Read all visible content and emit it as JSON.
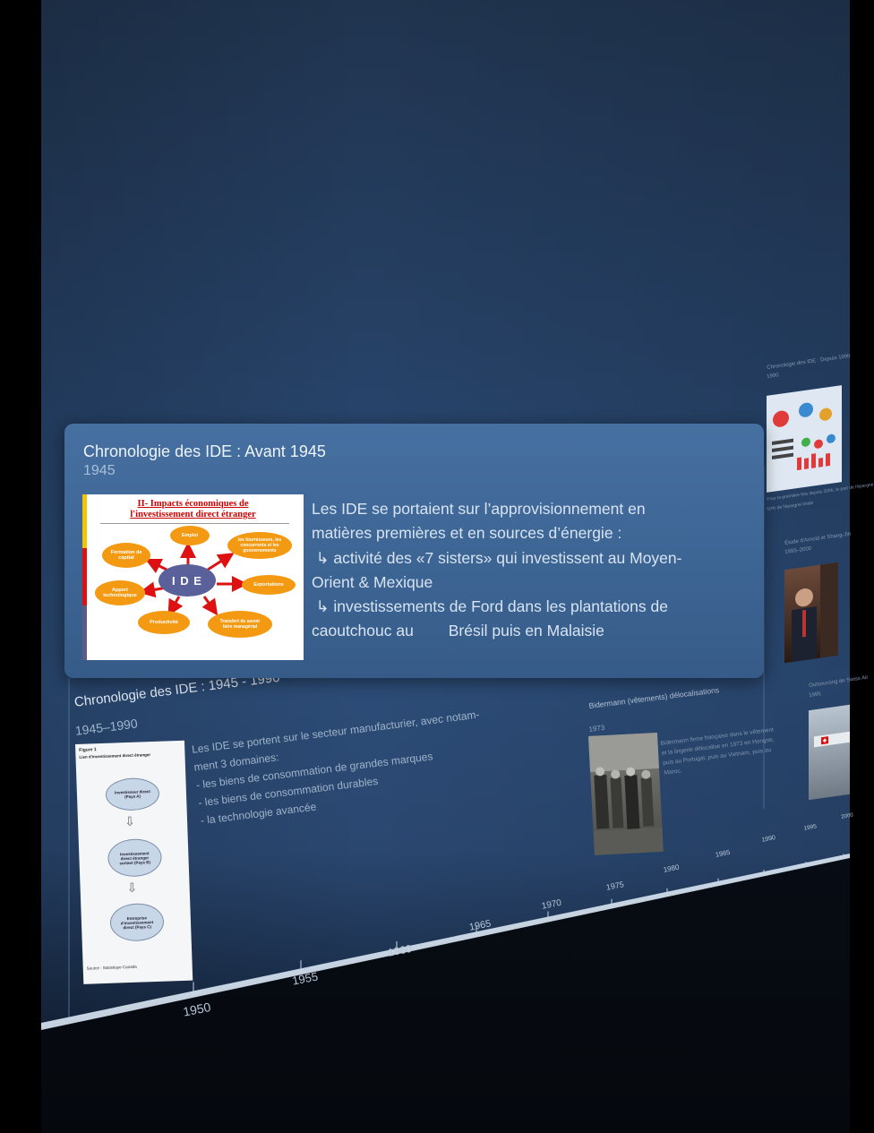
{
  "detail_card": {
    "title": "Chronologie des IDE : Avant 1945",
    "date": "1945",
    "image": {
      "title_line1": "II- Impacts économiques de",
      "title_line2": "l'investissement direct étranger",
      "center": "I D E",
      "bubbles": [
        "Emploi",
        "les fournisseurs, les concurrents et les gouvernements",
        "Formation de capital",
        "Exportations",
        "Apport technologique",
        "Productivité",
        "Transfert de savoir faire managérial"
      ]
    },
    "text_lines": [
      "Les IDE se portaient sur l’approvisionnement en",
      "matières premières et en sources d’énergie :",
      " ↳ activité des «7 sisters» qui investissent au Moyen-",
      "Orient & Mexique",
      " ↳ investissements de Ford dans les plantations de",
      "caoutchouc au        Brésil puis en Malaisie"
    ]
  },
  "timeline_card_1945_1990": {
    "title": "Chronologie des IDE : 1945 - 1990",
    "date": "1945–1990",
    "text_lines": [
      "Les IDE se portent sur le secteur manufacturier, avec notam-",
      "ment 3 domaines:",
      "- les biens de consommation de grandes marques",
      "- les biens de consommation durables",
      "- la technologie avancée"
    ],
    "figure": {
      "header1": "Figure 1",
      "header2": "Lien d'investissement direct étranger",
      "node1": "Investisseur direct (Pays A)",
      "node2": "Investissement direct étranger sortant (Pays B)",
      "node3": "Entreprise d'investissement direct (Pays C)",
      "footer": "Source : Statistique Canada"
    }
  },
  "bidermann_card": {
    "title": "Bidermann (vêtements) délocalisations",
    "date": "1973",
    "text": "Bidermann firme française dans le vêtement et la lingerie délocalise en 1973 en Hongrie, puis au Portugal, puis au Vietnam, puis au Maroc."
  },
  "far_cards": {
    "ide_since_1990_title": "Chronologie des IDE : Depuis 1990",
    "ide_since_1990_date": "1990",
    "ide_since_1990_text": "Pour la première fois depuis 2006, le part de l'épargne",
    "ide_since_1990_text2": "50% de l'épargne totale",
    "study_title": "Étude d'Arnold et Shang-Jin",
    "study_date": "1993–2000",
    "outsourcing_title": "Outsourcing de Swiss Air",
    "outsourcing_date": "1995"
  },
  "timeline": {
    "ticks": [
      "1950",
      "1955",
      "1960",
      "1965",
      "1970",
      "1975",
      "1980",
      "1985",
      "1990",
      "1995",
      "2000"
    ]
  },
  "colors": {
    "wall": "#2c4c77",
    "card": "#4670a1",
    "axis": "#c6d4e6"
  }
}
